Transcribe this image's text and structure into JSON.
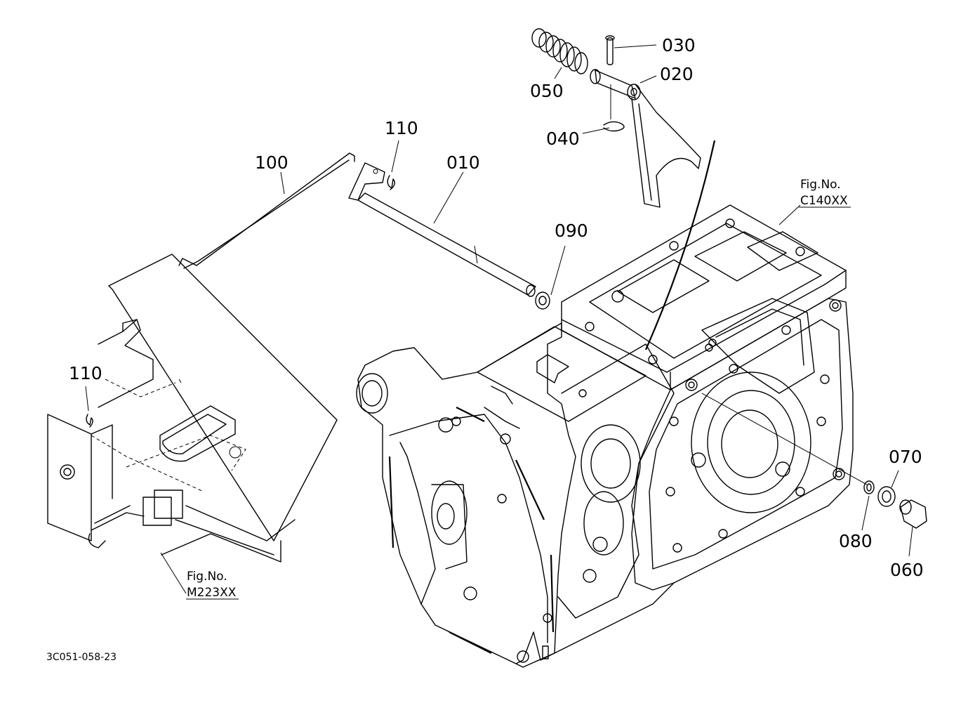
{
  "parts": {
    "p010": "010",
    "p020": "020",
    "p030": "030",
    "p040": "040",
    "p050": "050",
    "p060": "060",
    "p070": "070",
    "p080": "080",
    "p090": "090",
    "p100": "100",
    "p110_top": "110",
    "p110_left": "110"
  },
  "references": {
    "c140": {
      "line1": "Fig.No.",
      "line2": "C140XX"
    },
    "m223": {
      "line1": "Fig.No.",
      "line2": "M223XX"
    }
  },
  "drawing_code": "3C051-058-23"
}
